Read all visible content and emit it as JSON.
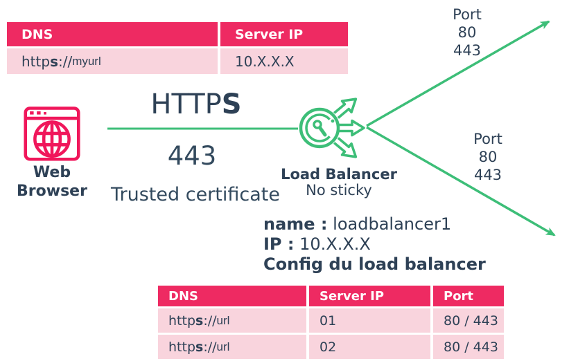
{
  "colors": {
    "table_header_pink": "#EE2A62",
    "table_row_pink": "#F9D4DD",
    "icon_pink": "#F0175B",
    "arrow_green": "#3DBE78",
    "text_navy": "#2E4156"
  },
  "icons": {
    "browser": "web-browser-icon",
    "load_balancer": "load-balancer-icon",
    "arrowhead": "arrowhead-icon"
  },
  "top_table": {
    "headers": [
      "DNS",
      "Server IP"
    ],
    "row": {
      "url_scheme": "http",
      "url_secure": "s",
      "url_sep": "://",
      "url_host": "myurl",
      "server_ip": "10.X.X.X"
    }
  },
  "browser": {
    "label_line1": "Web",
    "label_line2": "Browser"
  },
  "connection": {
    "protocol_regular": "HTTP",
    "protocol_bold": "S",
    "port": "443",
    "certificate": "Trusted certificate"
  },
  "load_balancer": {
    "title": "Load Balancer",
    "subtitle": "No sticky"
  },
  "port_label_top": {
    "lines": [
      "Port",
      "80",
      "443"
    ]
  },
  "port_label_bottom": {
    "lines": [
      "Port",
      "80",
      "443"
    ]
  },
  "config": {
    "name_label": "name :",
    "name_value": "loadbalancer1",
    "ip_label": "IP :",
    "ip_value": "10.X.X.X",
    "title": "Config du load balancer"
  },
  "bottom_table": {
    "headers": [
      "DNS",
      "Server IP",
      "Port"
    ],
    "rows": [
      {
        "url_scheme": "http",
        "url_secure": "s",
        "url_sep": "://",
        "url_host": "url",
        "server_ip": "01",
        "port": "80 / 443"
      },
      {
        "url_scheme": "http",
        "url_secure": "s",
        "url_sep": "://",
        "url_host": "url",
        "server_ip": "02",
        "port": "80 / 443"
      }
    ]
  }
}
